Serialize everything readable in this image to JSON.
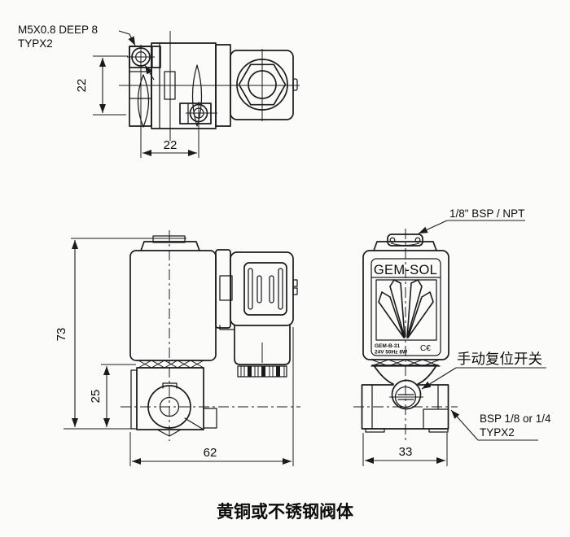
{
  "drawing": {
    "callouts": {
      "thread_line1": "M5X0.8 DEEP 8",
      "thread_line2": "TYPX2",
      "top_port": "1/8\" BSP / NPT",
      "manual_reset": "手动复位开关",
      "side_port_line1": "BSP 1/8 or 1/4",
      "side_port_line2": "TYPX2"
    },
    "dimensions": {
      "top_view_vertical": "22",
      "top_view_horizontal": "22",
      "front_height": "73",
      "front_body_height": "25",
      "front_width": "62",
      "side_width": "33"
    },
    "nameplate": {
      "brand": "GEM-SOL",
      "model": "GEM-B-31",
      "rating": "24V 50Hz 8W",
      "ce_mark": "C€"
    },
    "caption": "黄铜或不锈钢阀体",
    "line_color": "#1b1b1d",
    "background_color": "#fbfbfa"
  }
}
